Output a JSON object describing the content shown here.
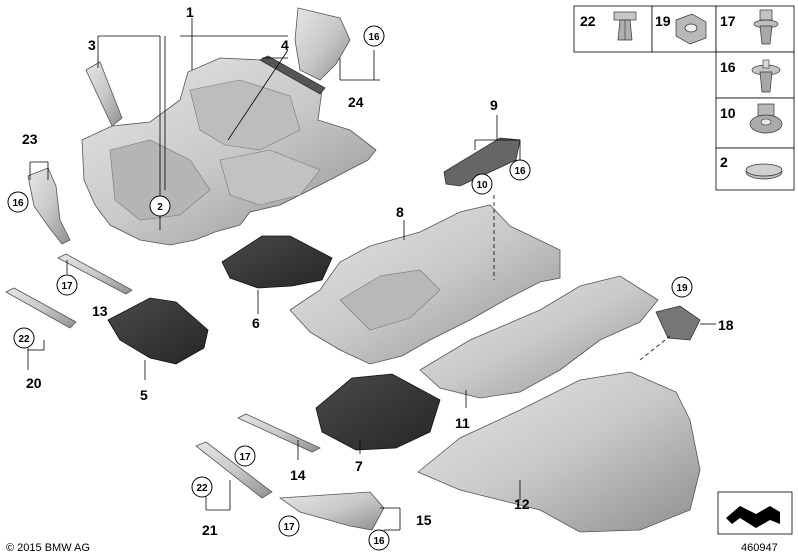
{
  "callouts": {
    "c1": "1",
    "c2": "2",
    "c3": "3",
    "c4": "4",
    "c5": "5",
    "c6": "6",
    "c7": "7",
    "c8": "8",
    "c9": "9",
    "c11": "11",
    "c12": "12",
    "c13": "13",
    "c14": "14",
    "c15": "15",
    "c18": "18",
    "c20": "20",
    "c21": "21",
    "c23": "23",
    "c24": "24"
  },
  "circled_refs": {
    "r16_top": "16",
    "r16_left": "16",
    "r16_part9": "16",
    "r16_bottom": "16",
    "r2": "2",
    "r10": "10",
    "r17_a": "17",
    "r17_b": "17",
    "r17_c": "17",
    "r19": "19",
    "r22_a": "22",
    "r22_b": "22"
  },
  "legend": {
    "item22": "22",
    "item19": "19",
    "item17": "17",
    "item16": "16",
    "item10": "10",
    "item2": "2"
  },
  "footer": {
    "copyright": "© 2015 BMW AG",
    "diagram_id": "460947"
  },
  "colors": {
    "part_fill": "#d4d4d4",
    "part_shade": "#a9a9a9",
    "mat_fill": "#3a3a3a",
    "line": "#000000"
  }
}
